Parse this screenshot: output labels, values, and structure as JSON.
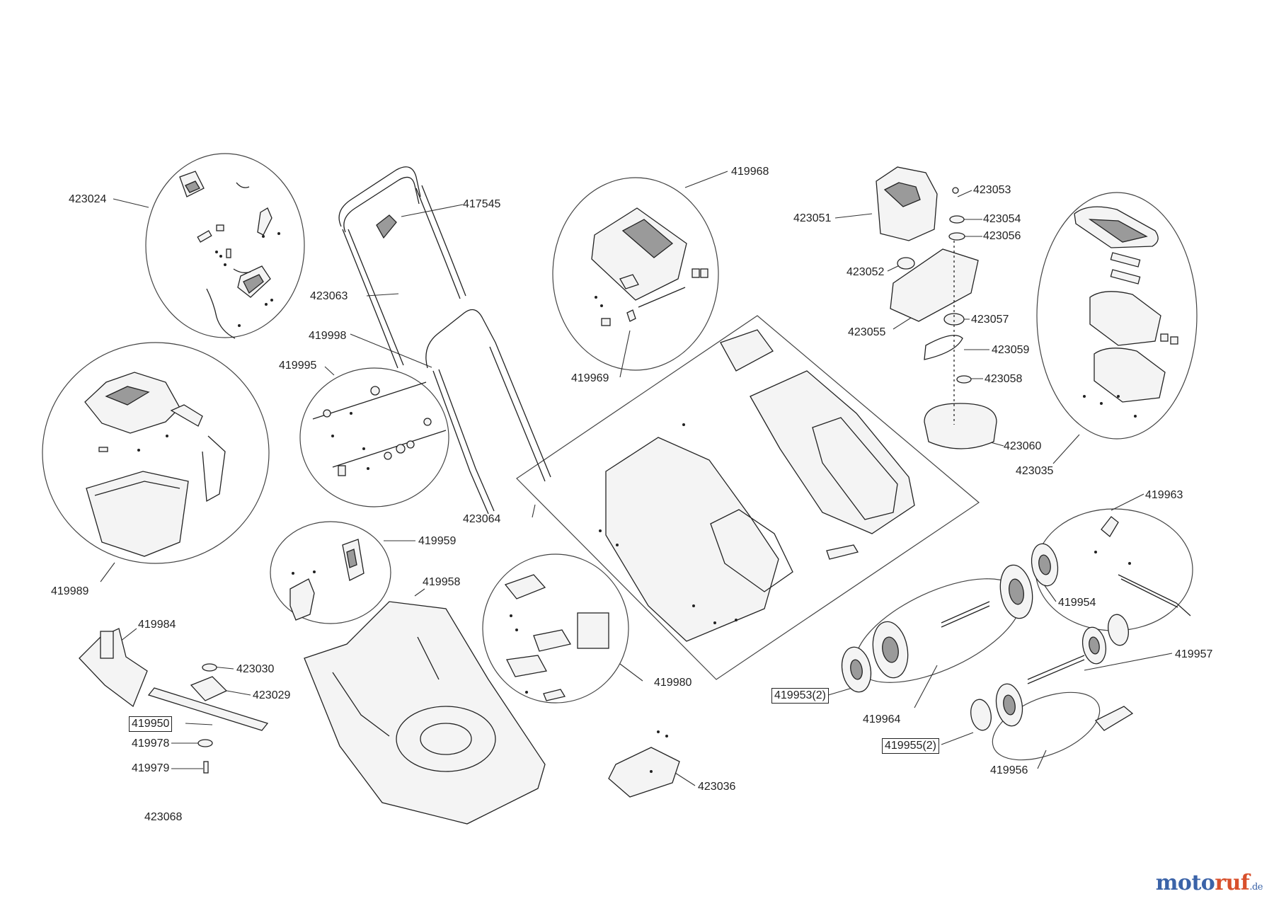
{
  "labels": [
    {
      "id": "423024",
      "text": "423024"
    },
    {
      "id": "417545",
      "text": "417545"
    },
    {
      "id": "419968",
      "text": "419968"
    },
    {
      "id": "423053",
      "text": "423053"
    },
    {
      "id": "423051",
      "text": "423051"
    },
    {
      "id": "423054",
      "text": "423054"
    },
    {
      "id": "423056",
      "text": "423056"
    },
    {
      "id": "423052",
      "text": "423052"
    },
    {
      "id": "423063",
      "text": "423063"
    },
    {
      "id": "423057",
      "text": "423057"
    },
    {
      "id": "423055",
      "text": "423055"
    },
    {
      "id": "419998",
      "text": "419998"
    },
    {
      "id": "423059",
      "text": "423059"
    },
    {
      "id": "419995",
      "text": "419995"
    },
    {
      "id": "419969",
      "text": "419969"
    },
    {
      "id": "423058",
      "text": "423058"
    },
    {
      "id": "423060",
      "text": "423060"
    },
    {
      "id": "423035",
      "text": "423035"
    },
    {
      "id": "419963",
      "text": "419963"
    },
    {
      "id": "423064",
      "text": "423064"
    },
    {
      "id": "419959",
      "text": "419959"
    },
    {
      "id": "419958",
      "text": "419958"
    },
    {
      "id": "419989",
      "text": "419989"
    },
    {
      "id": "419954",
      "text": "419954"
    },
    {
      "id": "419984",
      "text": "419984"
    },
    {
      "id": "419957",
      "text": "419957"
    },
    {
      "id": "423030",
      "text": "423030"
    },
    {
      "id": "419980",
      "text": "419980"
    },
    {
      "id": "423029",
      "text": "423029"
    },
    {
      "id": "419953",
      "text": "419953(2)",
      "boxed": true
    },
    {
      "id": "419964",
      "text": "419964"
    },
    {
      "id": "419950",
      "text": "419950",
      "boxed": true
    },
    {
      "id": "419978",
      "text": "419978"
    },
    {
      "id": "419955",
      "text": "419955(2)",
      "boxed": true
    },
    {
      "id": "419979",
      "text": "419979"
    },
    {
      "id": "419956",
      "text": "419956"
    },
    {
      "id": "423036",
      "text": "423036"
    },
    {
      "id": "423068",
      "text": "423068"
    }
  ],
  "brand": {
    "part1": "moto",
    "part2": "ruf",
    "part3": ".de"
  }
}
